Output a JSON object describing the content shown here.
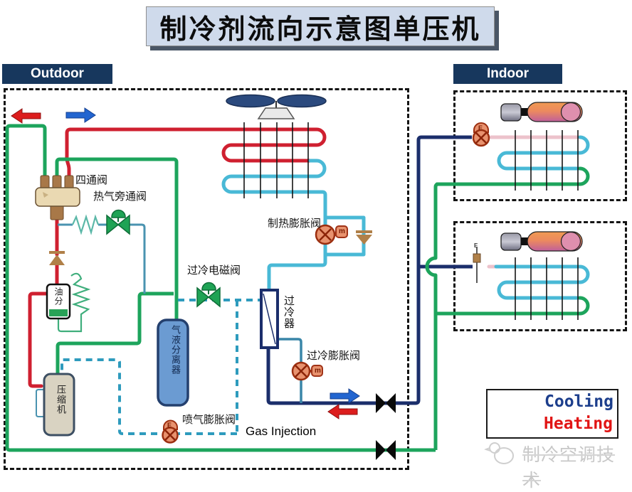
{
  "title": "制冷剂流向示意图单压机",
  "regions": {
    "outdoor": "Outdoor",
    "indoor": "Indoor"
  },
  "components": {
    "four_way_valve": "四通阀",
    "hot_gas_bypass_valve": "热气旁通阀",
    "oil_separator": "油分",
    "compressor": "压缩机",
    "gas_liquid_separator": "气液分离器",
    "heating_expansion_valve": "制热膨胀阀",
    "subcool_solenoid_valve": "过冷电磁阀",
    "subcooler": "过冷器",
    "subcool_expansion_valve": "过冷膨胀阀",
    "gas_injection_expansion_valve": "喷气膨胀阀",
    "gas_injection_caption": "Gas Injection",
    "motor_label": "m",
    "eev_label": "E"
  },
  "legend": {
    "cooling_label": "Cooling",
    "heating_label": "Heating"
  },
  "watermark": "制冷空调技术",
  "colors": {
    "region_tab": "#17375d",
    "hot_pipe": "#cf2030",
    "gas_pipe": "#1da45c",
    "cold_pipe": "#49b9d6",
    "liquid_pipe": "#1b2e6b",
    "injection_dashed": "#2e9bbd",
    "cooling_arrow": "#2265d0",
    "heating_arrow": "#dc1d1d",
    "valve_green": "#1fa355",
    "valve_orange": "#e8926e",
    "tank_blue": "#6b9bd2",
    "check_valve_tan": "#b08048"
  }
}
